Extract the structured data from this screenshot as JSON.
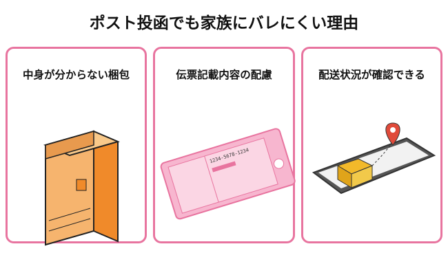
{
  "title": "ポスト投函でも家族にバレにくい理由",
  "cards": [
    {
      "label": "中身が分からない梱包",
      "icon": "package-icon"
    },
    {
      "label": "伝票記載内容の配慮",
      "icon": "shipping-slip-icon",
      "slip_number": "1234-5678-1234"
    },
    {
      "label": "配送状況が確認できる",
      "icon": "smartphone-tracking-icon"
    }
  ],
  "colors": {
    "accent": "#e8749f",
    "box": "#f6b46e",
    "slip": "#f7b6cf"
  }
}
